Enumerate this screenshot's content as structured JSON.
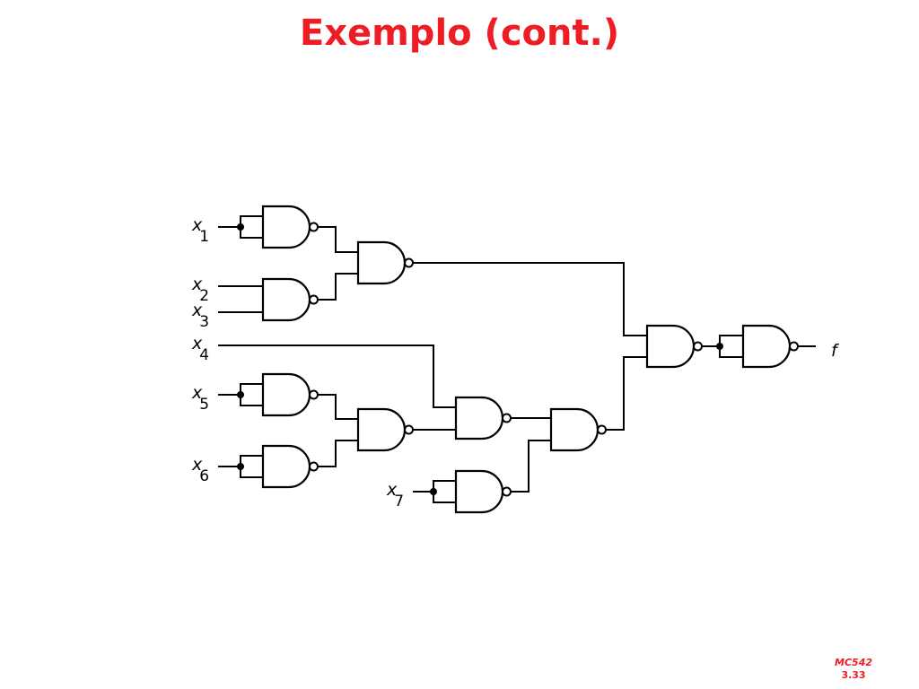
{
  "slide": {
    "title": "Exemplo (cont.)"
  },
  "footer": {
    "course": "MC542",
    "page": "3.33"
  },
  "colors": {
    "title": "#ee1c25",
    "wire": "#000000",
    "background": "#ffffff"
  },
  "circuit": {
    "inputs": [
      {
        "var": "x",
        "sub": "1"
      },
      {
        "var": "x",
        "sub": "2"
      },
      {
        "var": "x",
        "sub": "3"
      },
      {
        "var": "x",
        "sub": "4"
      },
      {
        "var": "x",
        "sub": "5"
      },
      {
        "var": "x",
        "sub": "6"
      },
      {
        "var": "x",
        "sub": "7"
      }
    ],
    "output": "f",
    "gate_type": "NAND"
  }
}
